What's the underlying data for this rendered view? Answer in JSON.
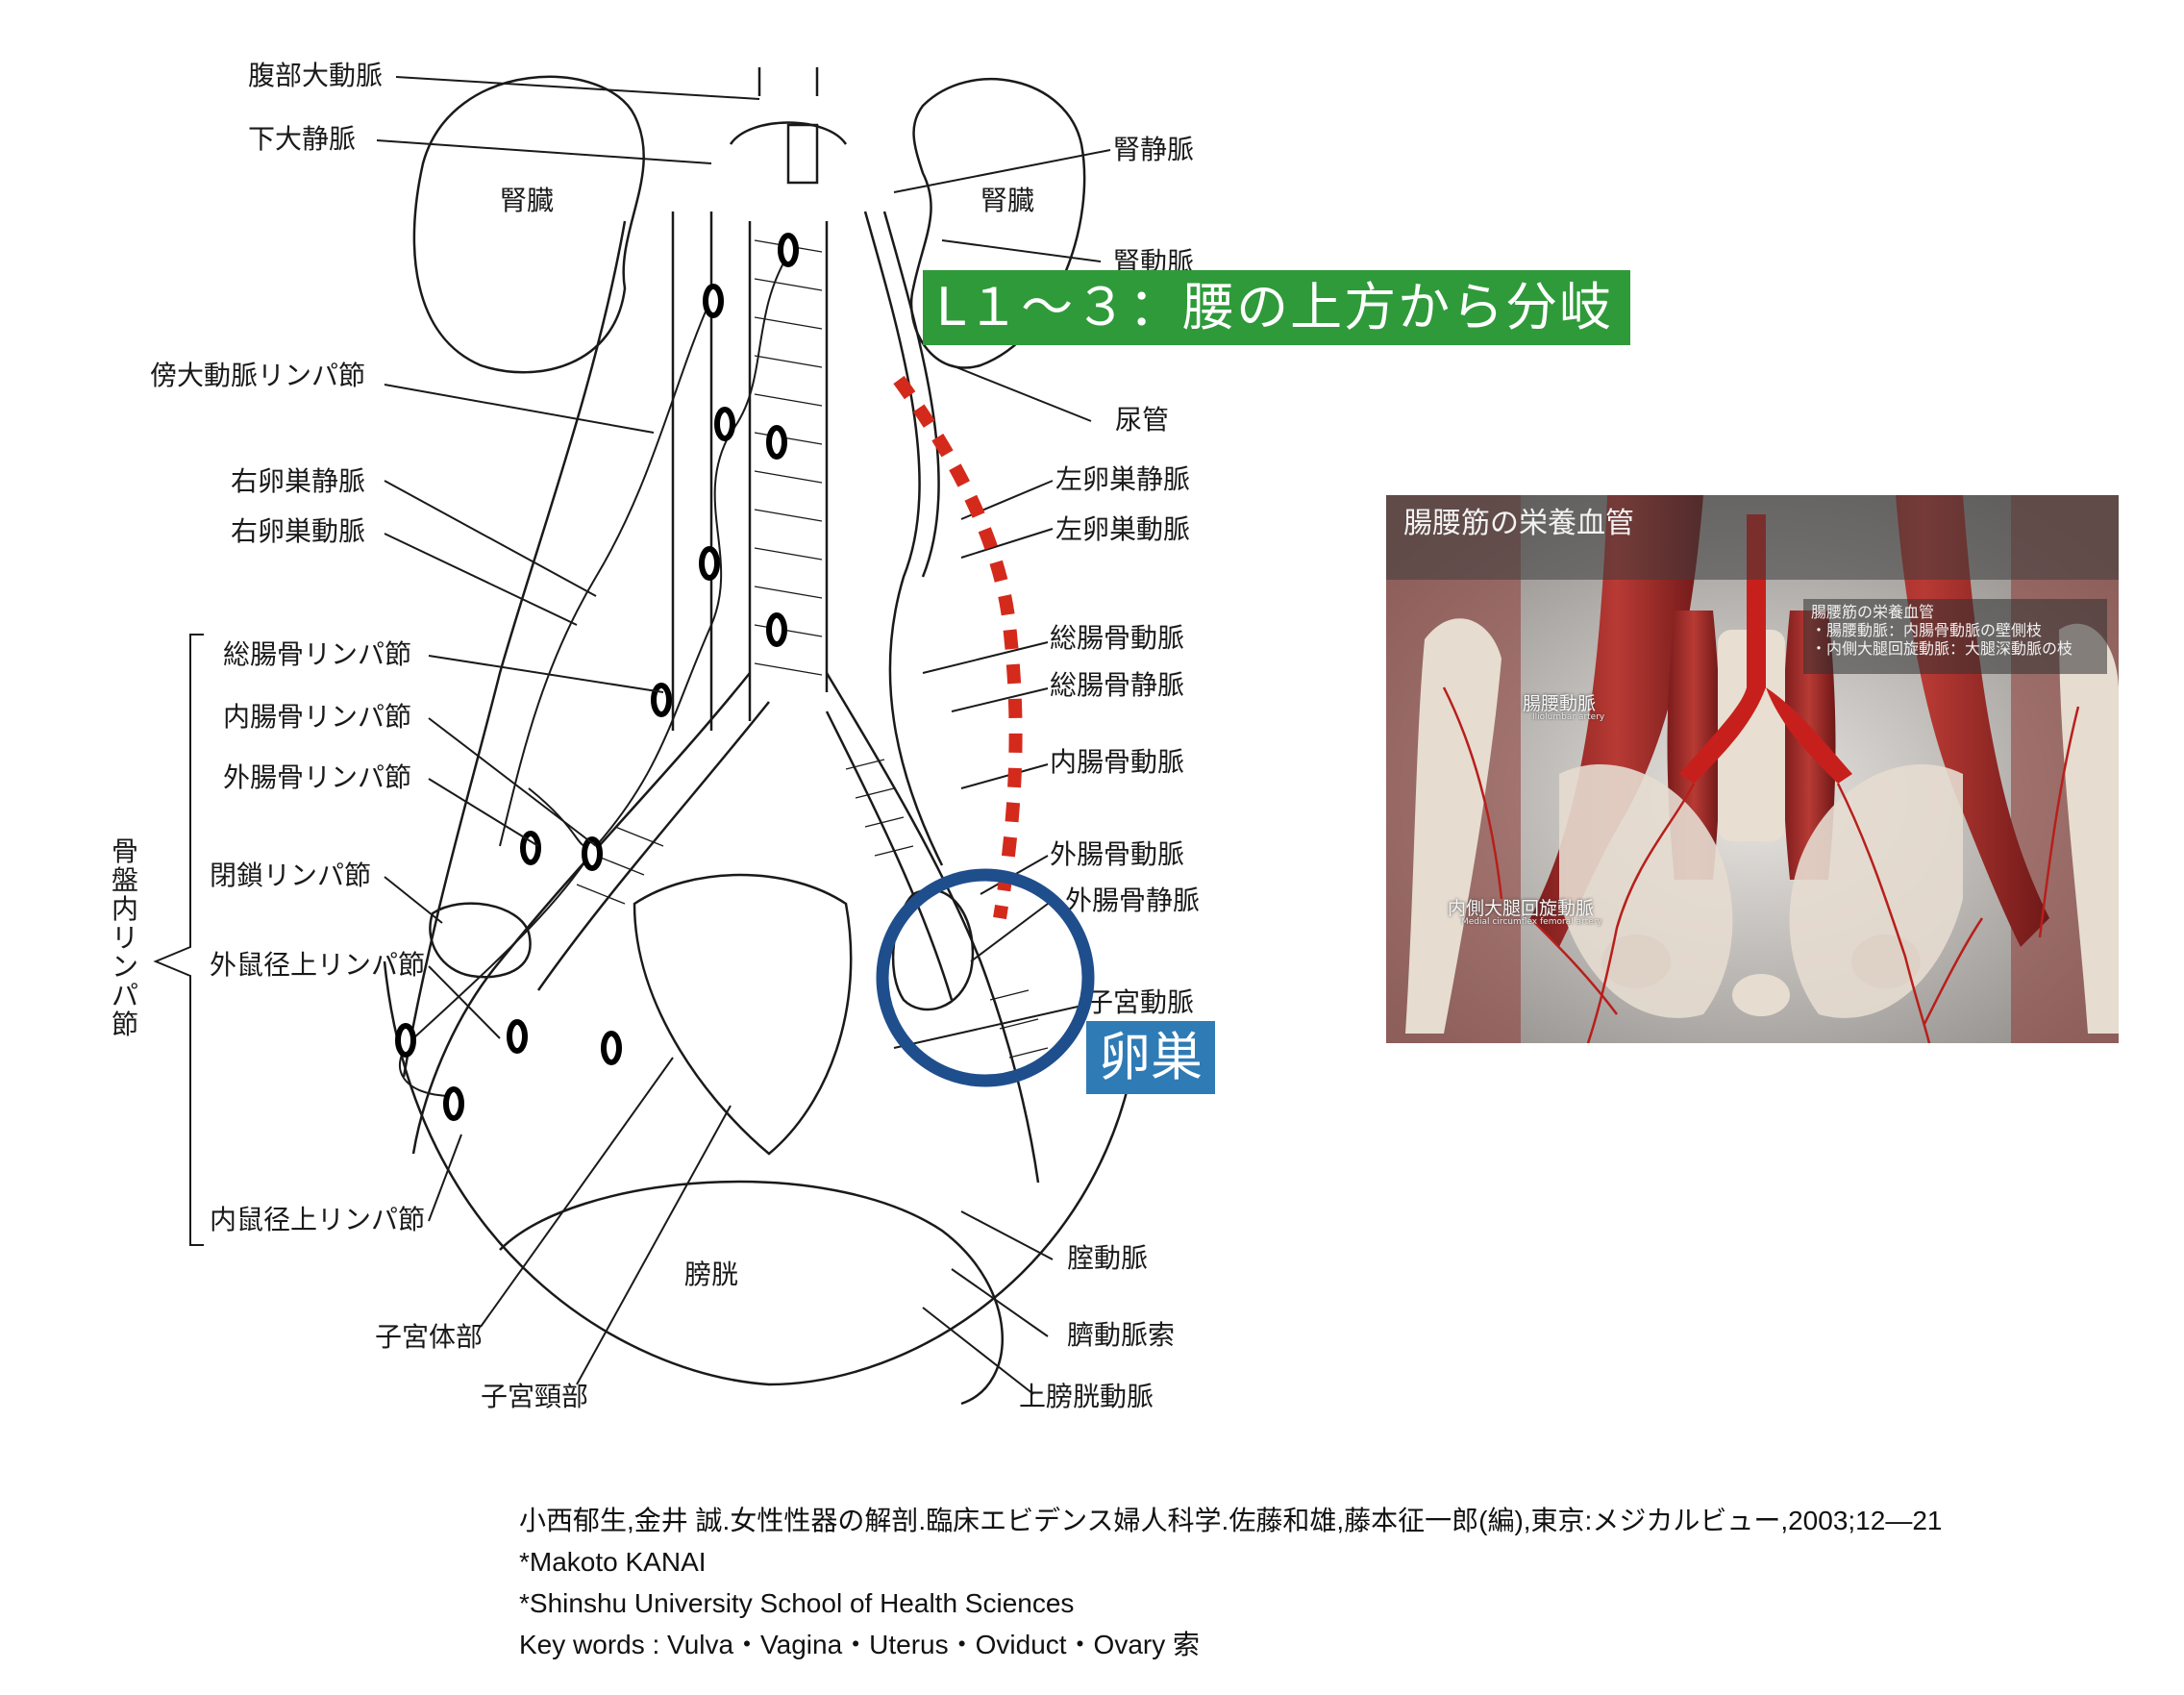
{
  "diagram": {
    "labels": {
      "abdominal_aorta": "腹部大動脈",
      "ivc": "下大静脈",
      "kidney_right": "腎臓",
      "kidney_left": "腎臓",
      "renal_vein": "腎静脈",
      "renal_artery": "腎動脈",
      "para_aortic_ln": "傍大動脈リンパ節",
      "ureter": "尿管",
      "right_ovarian_vein": "右卵巣静脈",
      "right_ovarian_artery": "右卵巣動脈",
      "left_ovarian_vein": "左卵巣静脈",
      "left_ovarian_artery": "左卵巣動脈",
      "common_iliac_ln": "総腸骨リンパ節",
      "internal_iliac_ln": "内腸骨リンパ節",
      "external_iliac_ln": "外腸骨リンパ節",
      "obturator_ln": "閉鎖リンパ節",
      "superficial_inguinal_ln": "外鼠径上リンパ節",
      "inner_inguinal_ln": "内鼠径上リンパ節",
      "pelvic_ln_group": [
        "骨",
        "盤",
        "内",
        "リ",
        "ン",
        "パ",
        "節"
      ],
      "common_iliac_artery": "総腸骨動脈",
      "common_iliac_vein": "総腸骨静脈",
      "internal_iliac_artery": "内腸骨動脈",
      "external_iliac_artery": "外腸骨動脈",
      "external_iliac_vein": "外腸骨静脈",
      "uterine_artery": "子宮動脈",
      "bladder": "膀胱",
      "vaginal_artery": "腟動脈",
      "umbilical_ligament": "臍動脈索",
      "uterine_body": "子宮体部",
      "uterine_cervix": "子宮頸部",
      "superior_vesical_artery": "上膀胱動脈"
    },
    "annotations": {
      "banner": "L１〜３：腰の上方から分岐",
      "ovary": "卵巣"
    },
    "colors": {
      "banner_bg": "#2f9a3a",
      "ovary_bg": "#2f7bb6",
      "circle": "#1f4e8c",
      "dotted_path": "#d42a1c"
    }
  },
  "photo_panel": {
    "title": "腸腰筋の栄養血管",
    "info_box": {
      "heading": "腸腰筋の栄養血管",
      "line1": "・腸腰動脈：内腸骨動脈の壁側枝",
      "line2": "・内側大腿回旋動脈：大腿深動脈の枝"
    },
    "label_iliolumbar": "腸腰動脈",
    "label_iliolumbar_en": "Iliolumbar artery",
    "label_medial_circumflex": "内側大腿回旋動脈",
    "label_medial_circumflex_en": "Medial circumflex femoral artery"
  },
  "citation": {
    "line1": "小西郁生,金井 誠.女性性器の解剖.臨床エビデンス婦人科学.佐藤和雄,藤本征一郎(編),東京:メジカルビュー,2003;12―21",
    "line2": "*Makoto KANAI",
    "line3": "*Shinshu University School of Health Sciences",
    "line4": "Key words : Vulva・Vagina・Uterus・Oviduct・Ovary 索"
  }
}
